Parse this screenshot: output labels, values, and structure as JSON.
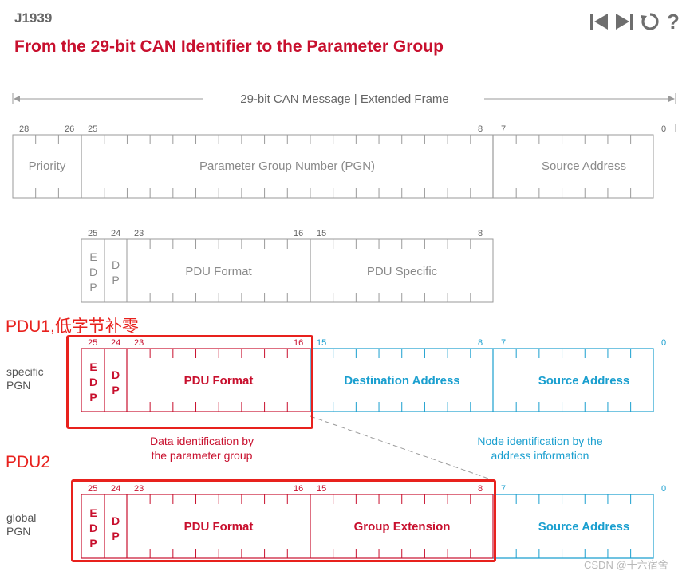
{
  "header": {
    "tag": "J1939",
    "title": "From the 29-bit CAN Identifier to the Parameter Group"
  },
  "controls": [
    {
      "name": "skip-back-icon"
    },
    {
      "name": "skip-forward-icon"
    },
    {
      "name": "replay-icon"
    },
    {
      "name": "help-icon",
      "glyph": "?"
    }
  ],
  "colors": {
    "accent_red": "#c8102e",
    "accent_blue": "#1a9fcf",
    "annotation_red": "#e8211d",
    "neutral": "#9a9a9a"
  },
  "can_message": {
    "label": "29-bit CAN Message | Extended Frame",
    "bit_labels": [
      "28",
      "26",
      "25",
      "8",
      "7",
      "0"
    ],
    "fields": [
      "Priority",
      "Parameter Group Number (PGN)",
      "Source Address"
    ]
  },
  "pgn_breakdown": {
    "bit_labels": [
      "25",
      "24",
      "23",
      "16",
      "15",
      "8"
    ],
    "edp": "EDP",
    "dp": "DP",
    "fields": [
      "PDU Format",
      "PDU Specific"
    ]
  },
  "pdu1": {
    "note": "PDU1,低字节补零",
    "side_label": "specific\nPGN",
    "bit_labels": [
      "25",
      "24",
      "23",
      "16",
      "15",
      "8",
      "7",
      "0"
    ],
    "edp": "EDP",
    "dp": "DP",
    "fields": [
      "PDU Format",
      "Destination Address",
      "Source Address"
    ]
  },
  "captions": {
    "data_id": "Data identification by\nthe parameter group",
    "node_id": "Node identification by the\naddress information"
  },
  "pdu2": {
    "note": "PDU2",
    "side_label": "global\nPGN",
    "bit_labels": [
      "25",
      "24",
      "23",
      "16",
      "15",
      "8",
      "7",
      "0"
    ],
    "edp": "EDP",
    "dp": "DP",
    "fields": [
      "PDU Format",
      "Group Extension",
      "Source Address"
    ]
  },
  "watermark": "CSDN @十六宿舍"
}
